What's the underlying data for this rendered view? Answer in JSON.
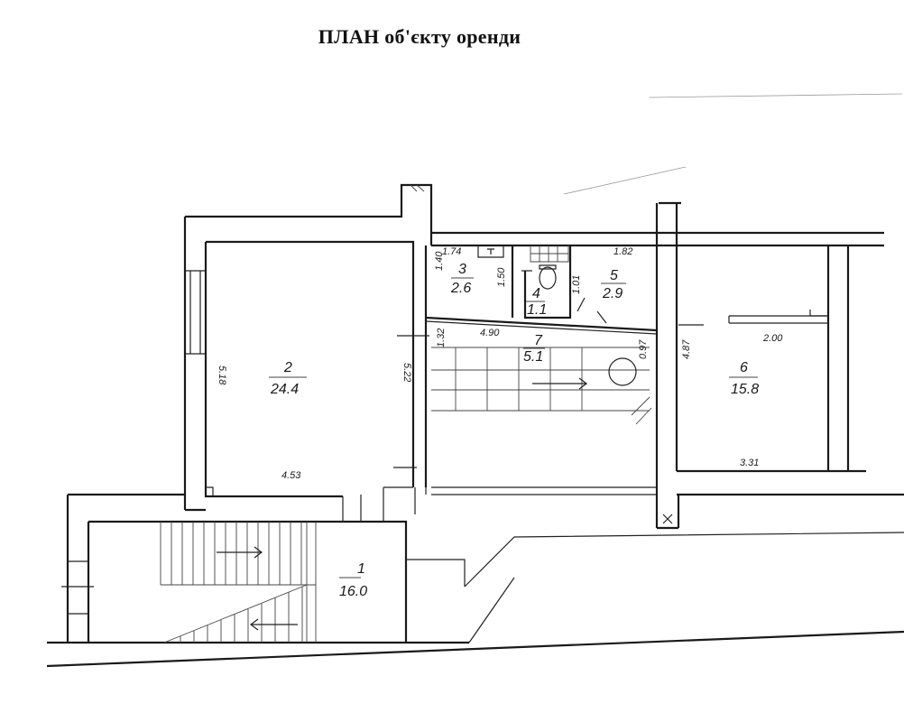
{
  "title": "ПЛАН  об'єкту оренди",
  "rooms": [
    {
      "id": "1",
      "area": "16.0"
    },
    {
      "id": "2",
      "area": "24.4"
    },
    {
      "id": "3",
      "area": "2.6"
    },
    {
      "id": "4",
      "area": "1.1"
    },
    {
      "id": "5",
      "area": "2.9"
    },
    {
      "id": "6",
      "area": "15.8"
    },
    {
      "id": "7",
      "area": "5.1"
    }
  ],
  "dimensions": {
    "room2_height": "5.18",
    "room2_width": "4.53",
    "room2_right": "5.22",
    "room3_top": "1.74",
    "room3_left": "1.40",
    "room3_right": "1.50",
    "room5_top": "1.82",
    "room5_left": "1.01",
    "corridor_width": "4.90",
    "corridor_left": "1.32",
    "corridor_right": "0.97",
    "room6_left": "4.87",
    "room6_top": "2.00",
    "room6_bottom": "3.31"
  }
}
